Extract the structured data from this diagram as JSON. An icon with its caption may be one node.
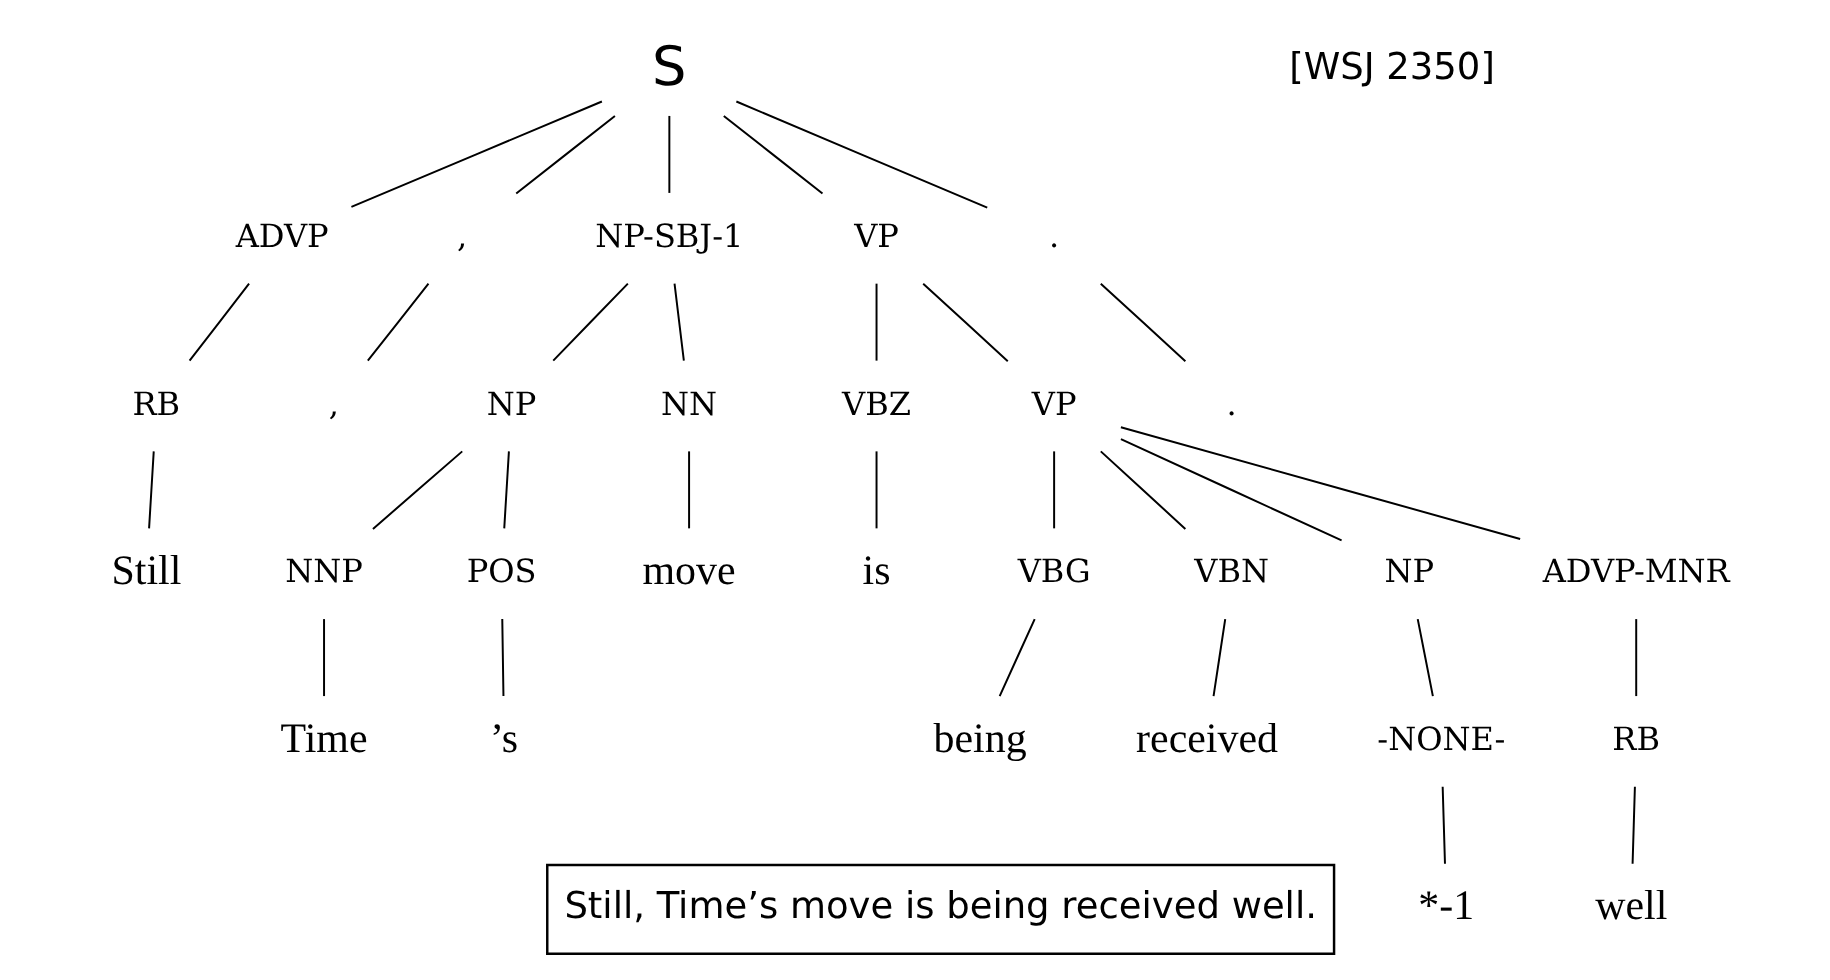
{
  "diagram": {
    "nodes": [
      {
        "text": [
          "S"
        ]
      },
      {
        "text": [
          "ADVP"
        ]
      },
      {
        "text": [
          ","
        ]
      },
      {
        "text": [
          "NP-SBJ-1"
        ]
      },
      {
        "text": [
          "VP"
        ]
      },
      {
        "text": [
          "."
        ]
      },
      {
        "text": [
          "RB"
        ]
      },
      {
        "text": [
          ","
        ]
      },
      {
        "text": [
          "NP"
        ]
      },
      {
        "text": [
          "NN"
        ]
      },
      {
        "text": [
          "VBZ"
        ]
      },
      {
        "text": [
          "VP"
        ]
      },
      {
        "text": [
          "."
        ]
      },
      {
        "text": [
          "Still"
        ]
      },
      {
        "text": [
          "NNP"
        ]
      },
      {
        "text": [
          "POS"
        ]
      },
      {
        "text": [
          "move"
        ]
      },
      {
        "text": [
          "is"
        ]
      },
      {
        "text": [
          "VBG"
        ]
      },
      {
        "text": [
          "VBN"
        ]
      },
      {
        "text": [
          "NP"
        ]
      },
      {
        "text": [
          "ADVP-MNR"
        ]
      },
      {
        "text": [
          "Time"
        ]
      },
      {
        "text": [
          "’s"
        ]
      },
      {
        "text": [
          "being"
        ]
      },
      {
        "text": [
          "received"
        ]
      },
      {
        "text": [
          "-NONE-"
        ]
      },
      {
        "text": [
          "RB"
        ]
      },
      {
        "text": [
          "Still, Time’s move is being received well."
        ]
      },
      {
        "text": [
          "*-1"
        ]
      },
      {
        "text": [
          "well"
        ]
      }
    ],
    "edges": [
      {
        "from": 0,
        "to": 1,
        "arrow": "none"
      },
      {
        "from": 0,
        "to": 2,
        "arrow": "none"
      },
      {
        "from": 0,
        "to": 3,
        "arrow": "none"
      },
      {
        "from": 0,
        "to": 4,
        "arrow": "none"
      },
      {
        "from": 0,
        "to": 5,
        "arrow": "none"
      },
      {
        "from": 1,
        "to": 6,
        "arrow": "none"
      },
      {
        "from": 2,
        "to": 7,
        "arrow": "none"
      },
      {
        "from": 3,
        "to": 8,
        "arrow": "none"
      },
      {
        "from": 3,
        "to": 9,
        "arrow": "none"
      },
      {
        "from": 4,
        "to": 10,
        "arrow": "none"
      },
      {
        "from": 4,
        "to": 11,
        "arrow": "none"
      },
      {
        "from": 5,
        "to": 12,
        "arrow": "none"
      },
      {
        "from": 6,
        "to": 13,
        "arrow": "none"
      },
      {
        "from": 8,
        "to": 14,
        "arrow": "none"
      },
      {
        "from": 8,
        "to": 15,
        "arrow": "none"
      },
      {
        "from": 9,
        "to": 16,
        "arrow": "none"
      },
      {
        "from": 10,
        "to": 17,
        "arrow": "none"
      },
      {
        "from": 11,
        "to": 18,
        "arrow": "none"
      },
      {
        "from": 11,
        "to": 19,
        "arrow": "none"
      },
      {
        "from": 11,
        "to": 20,
        "arrow": "none"
      },
      {
        "from": 11,
        "to": 21,
        "arrow": "none"
      },
      {
        "from": 14,
        "to": 22,
        "arrow": "none"
      },
      {
        "from": 15,
        "to": 23,
        "arrow": "none"
      },
      {
        "from": 18,
        "to": 24,
        "arrow": "none"
      },
      {
        "from": 19,
        "to": 25,
        "arrow": "none"
      },
      {
        "from": 20,
        "to": 26,
        "arrow": "none"
      },
      {
        "from": 21,
        "to": 27,
        "arrow": "none"
      },
      {
        "from": 26,
        "to": 29,
        "arrow": "none"
      },
      {
        "from": 27,
        "to": 30,
        "arrow": "none"
      }
    ],
    "labels": [
      "[WSJ 2350]"
    ]
  }
}
